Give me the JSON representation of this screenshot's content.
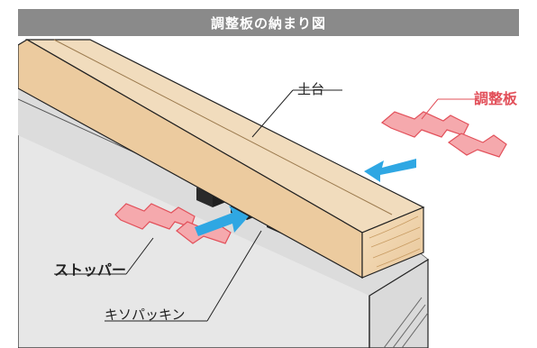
{
  "title": "調整板の納まり図",
  "labels": {
    "sill": "土台",
    "adjust_plate": "調整板",
    "stopper": "ストッパー",
    "foundation_packing": "キソパッキン"
  },
  "colors": {
    "title_bg": "#8a8a8a",
    "wall": "#e6e6e6",
    "wood_top": "#f0d9b8",
    "wood_side": "#e8c9a0",
    "plate": "#f4a3a8",
    "plate_outline": "#e2505a",
    "arrow": "#2fa7e3",
    "packing": "#2e2e2e"
  },
  "icons": [
    "arrow-right-icon",
    "arrow-left-icon"
  ]
}
